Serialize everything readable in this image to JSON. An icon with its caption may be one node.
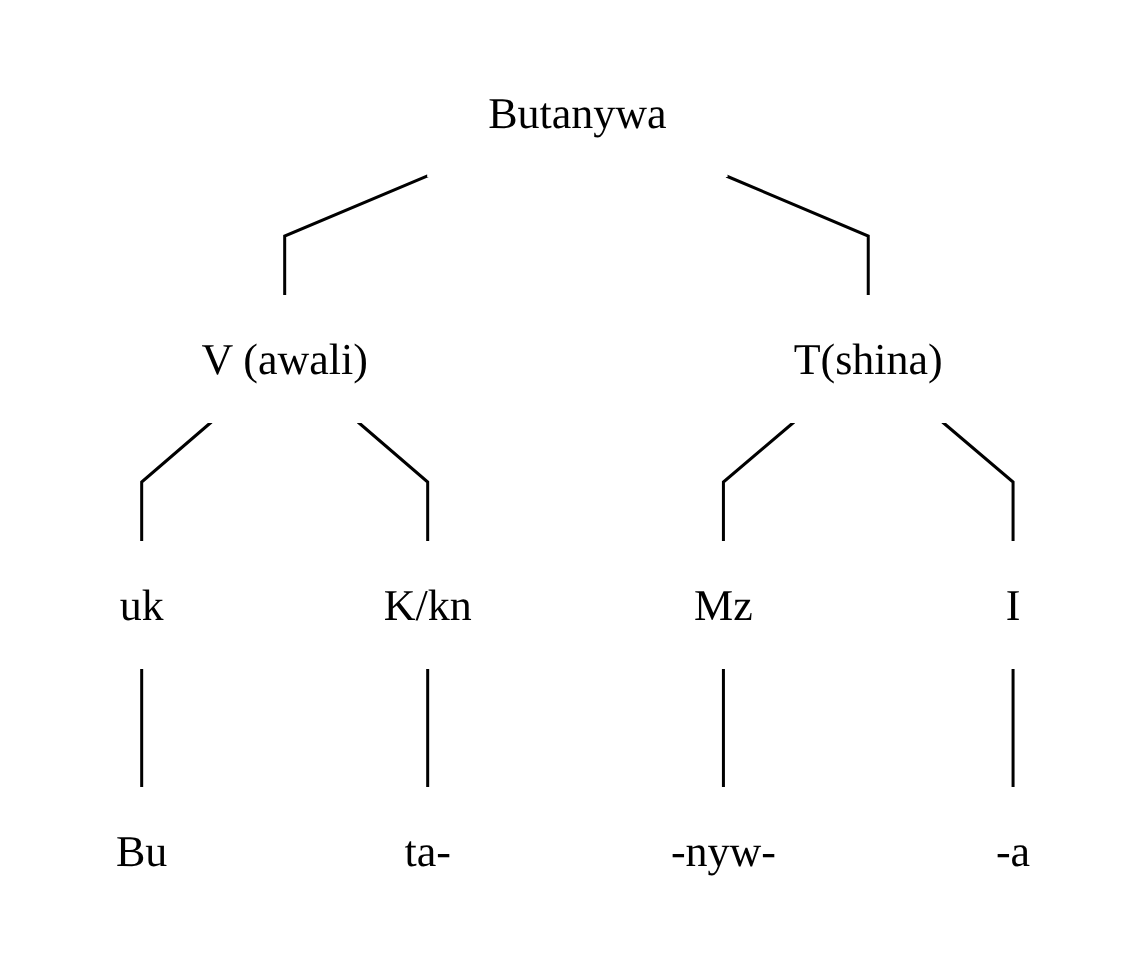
{
  "diagram": {
    "nodes": [
      {
        "text": [
          "Butanywa"
        ]
      },
      {
        "text": [
          "V (awali)"
        ]
      },
      {
        "text": [
          "T(shina)"
        ]
      },
      {
        "text": [
          "uk"
        ]
      },
      {
        "text": [
          "K/kn"
        ]
      },
      {
        "text": [
          "Mz"
        ]
      },
      {
        "text": [
          "I"
        ]
      },
      {
        "text": [
          "Bu"
        ]
      },
      {
        "text": [
          "ta-"
        ]
      },
      {
        "text": [
          "-nyw-"
        ]
      },
      {
        "text": [
          "-a"
        ]
      }
    ],
    "edges": [
      {
        "from": 0,
        "to": 1,
        "arrow": "none"
      },
      {
        "from": 0,
        "to": 2,
        "arrow": "none"
      },
      {
        "from": 1,
        "to": 3,
        "arrow": "none"
      },
      {
        "from": 1,
        "to": 4,
        "arrow": "none"
      },
      {
        "from": 2,
        "to": 5,
        "arrow": "none"
      },
      {
        "from": 2,
        "to": 6,
        "arrow": "none"
      },
      {
        "from": 3,
        "to": 7,
        "arrow": "none"
      },
      {
        "from": 4,
        "to": 8,
        "arrow": "none"
      },
      {
        "from": 5,
        "to": 9,
        "arrow": "none"
      },
      {
        "from": 6,
        "to": 10,
        "arrow": "none"
      }
    ]
  }
}
